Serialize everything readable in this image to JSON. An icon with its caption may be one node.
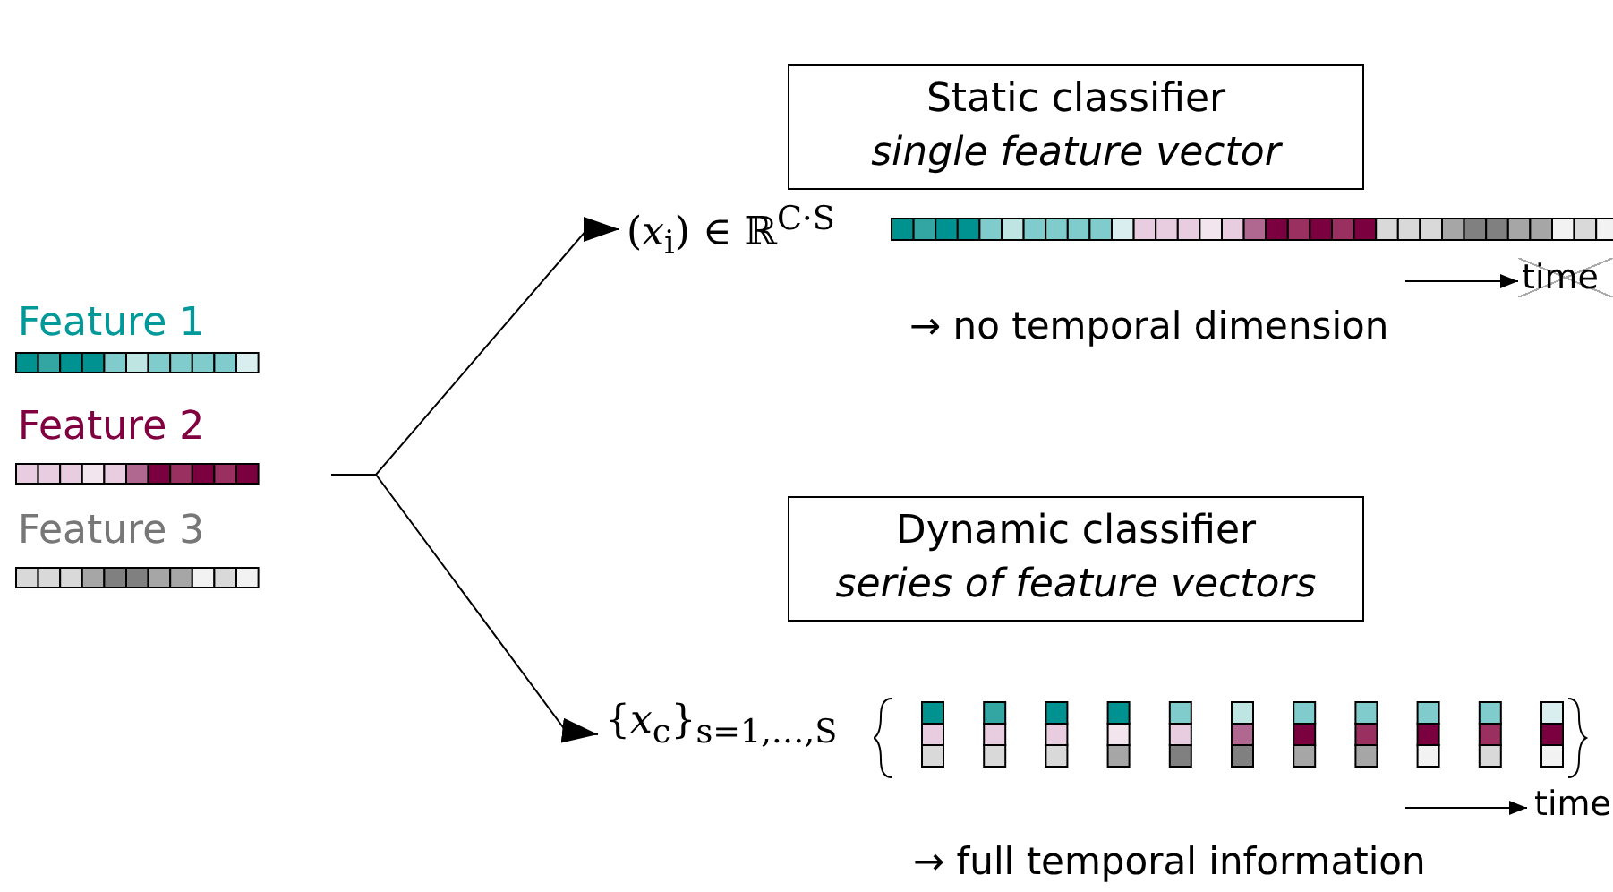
{
  "diagram": {
    "nodes": [
      {
        "text": [
          "Feature 1"
        ]
      },
      {
        "text": [
          "Feature 2"
        ]
      },
      {
        "text": [
          "Feature 3"
        ]
      },
      {
        "text": [
          "(*x*$_{i}$) ∈ ℝ$^{C·S}$"
        ]
      },
      {
        "text": [
          "{*x*$_{c}$}$_{s=1,…,S}$"
        ]
      },
      {
        "text": [
          "Static classifier",
          "single feature vector"
        ]
      },
      {
        "text": [
          "Dynamic classifier",
          "series of feature vectors"
        ]
      }
    ],
    "edges": [
      {
        "from": 1,
        "to": 3,
        "arrow": "to"
      },
      {
        "from": 1,
        "to": 4,
        "arrow": "to"
      }
    ],
    "labels": [
      "time",
      "→ no temporal dimension",
      "time",
      "→ full temporal information"
    ]
  }
}
